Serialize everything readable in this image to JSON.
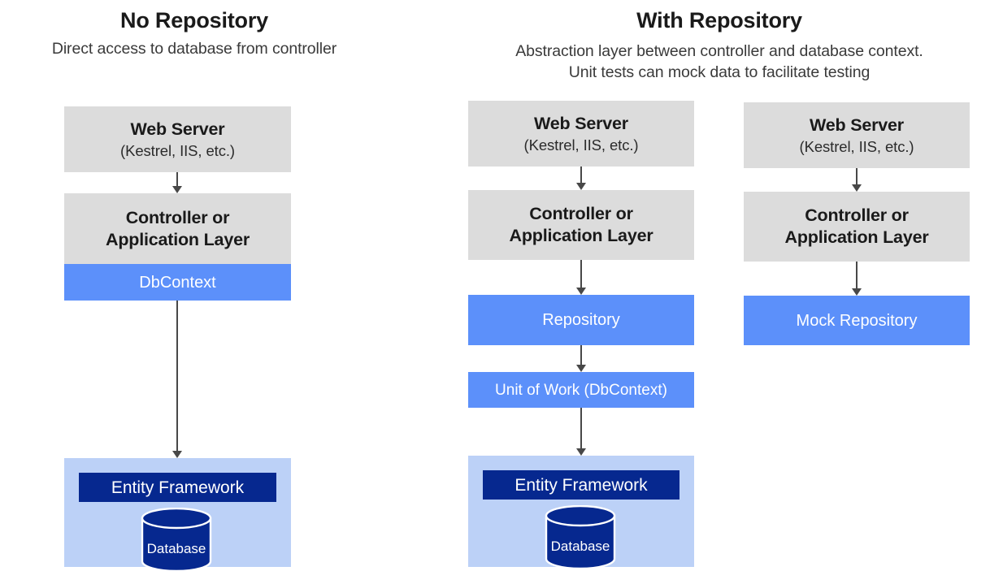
{
  "diagram": {
    "title_left": "No Repository",
    "subtitle_left": "Direct access to database from controller",
    "title_right": "With Repository",
    "subtitle_right_line1": "Abstraction layer between controller and database context.",
    "subtitle_right_line2": "Unit tests can mock data to facilitate testing",
    "colors": {
      "gray_box": "#dcdcdc",
      "blue_box": "#5c90fa",
      "light_blue_box": "#bcd1f7",
      "dark_blue_box": "#06288f",
      "arrow": "#484848",
      "text_dark": "#1a1a1a",
      "text_white": "#ffffff"
    }
  },
  "columns": {
    "no_repository": {
      "web_server_title": "Web Server",
      "web_server_sub": "(Kestrel, IIS, etc.)",
      "controller_line1": "Controller or",
      "controller_line2": "Application Layer",
      "dbcontext": "DbContext",
      "entity_framework": "Entity Framework",
      "database": "Database"
    },
    "with_repository": {
      "web_server_title": "Web Server",
      "web_server_sub": "(Kestrel, IIS, etc.)",
      "controller_line1": "Controller or",
      "controller_line2": "Application Layer",
      "repository": "Repository",
      "unit_of_work": "Unit of Work (DbContext)",
      "entity_framework": "Entity Framework",
      "database": "Database"
    },
    "mock_testing": {
      "web_server_title": "Web Server",
      "web_server_sub": "(Kestrel, IIS, etc.)",
      "controller_line1": "Controller or",
      "controller_line2": "Application Layer",
      "mock_repository": "Mock Repository"
    }
  }
}
